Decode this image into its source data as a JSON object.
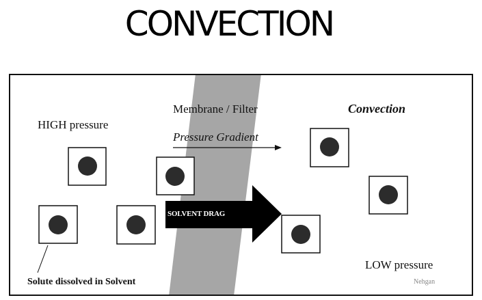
{
  "title": "CONVECTION",
  "diagram": {
    "membrane_label": "Membrane / Filter",
    "convection_label": "Convection",
    "high_pressure_label": "HIGH pressure",
    "gradient_label": "Pressure Gradient",
    "low_pressure_label": "LOW pressure",
    "solute_label": "Solute dissolved in Solvent",
    "drag_label": "SOLVENT DRAG",
    "credit_label": "Nehgan"
  },
  "colors": {
    "membrane_fill": "#a6a6a6",
    "particle": "#2c2c2c",
    "arrow": "#000000"
  }
}
